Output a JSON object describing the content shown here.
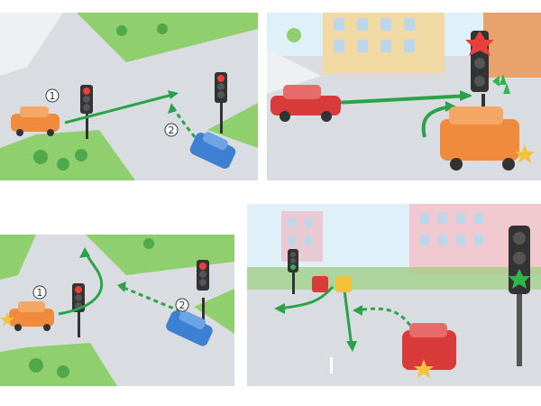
{
  "figure": {
    "panels": [
      {
        "id": "panel-1",
        "markers": [
          "1",
          "2"
        ]
      },
      {
        "id": "panel-2",
        "markers": []
      },
      {
        "id": "panel-3",
        "markers": [
          "1",
          "2"
        ]
      },
      {
        "id": "panel-4",
        "markers": []
      }
    ]
  },
  "colors": {
    "road": "#d9dde1",
    "grass": "#8fcf6e",
    "arrow": "#2aa24a",
    "signal_red": "#e8413c",
    "signal_green": "#2fb54a",
    "car_orange": "#f08a3c",
    "car_blue": "#3d7fd0",
    "car_red": "#d93a3a",
    "car_yellow": "#f2c23a"
  }
}
